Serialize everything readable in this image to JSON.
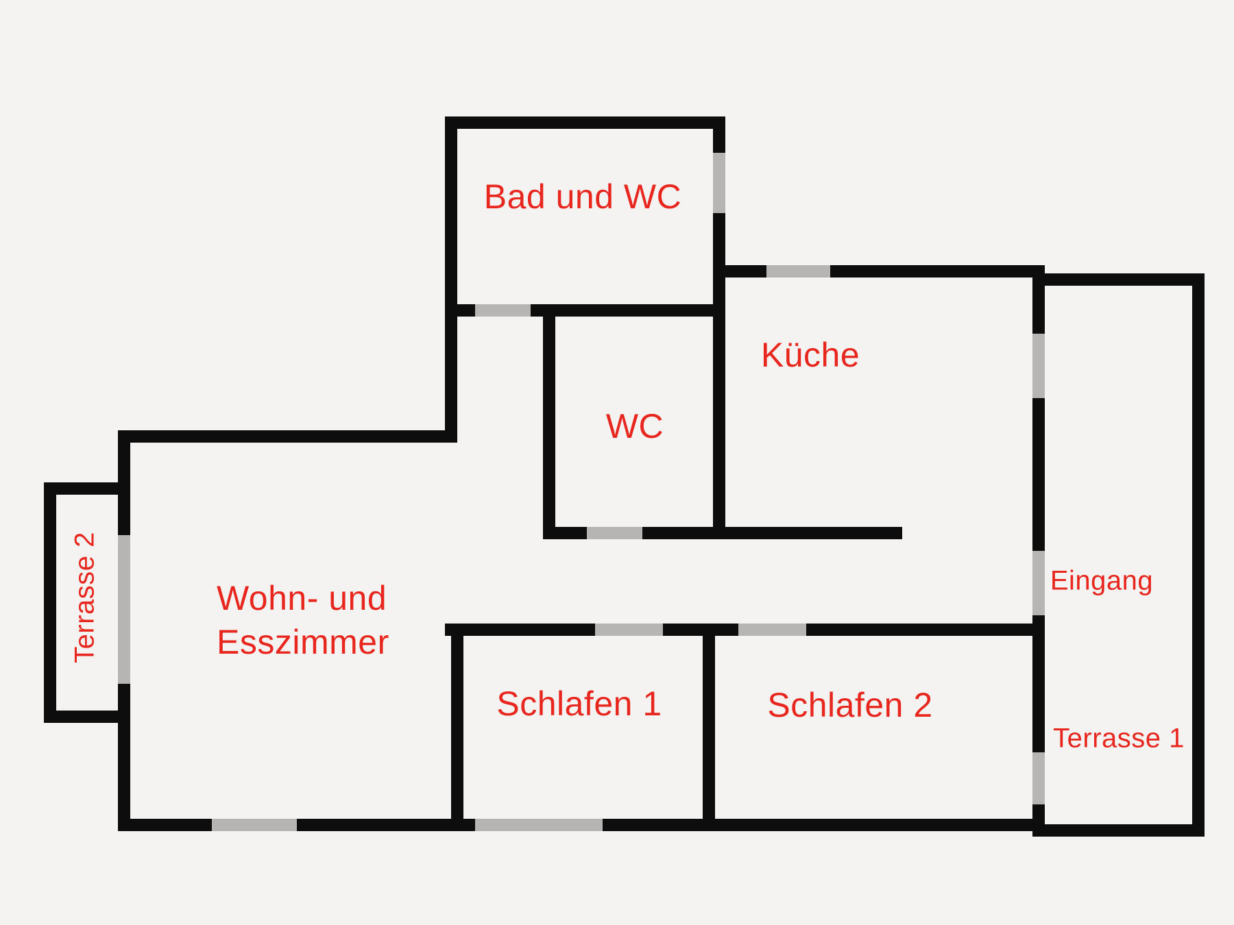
{
  "colors": {
    "label": "#e8261d",
    "wall": "#0d0d0d",
    "opening": "#b7b5b4",
    "background": "#f4f3f1"
  },
  "rooms": {
    "bad_und_wc": {
      "label": "Bad und WC"
    },
    "kueche": {
      "label": "Küche"
    },
    "wc": {
      "label": "WC"
    },
    "wohn_esszimmer": {
      "line1": "Wohn- und",
      "line2": "Esszimmer"
    },
    "schlafen1": {
      "label": "Schlafen 1"
    },
    "schlafen2": {
      "label": "Schlafen 2"
    },
    "eingang": {
      "label": "Eingang"
    },
    "terrasse1": {
      "label": "Terrasse 1"
    },
    "terrasse2": {
      "label": "Terrasse 2"
    }
  }
}
